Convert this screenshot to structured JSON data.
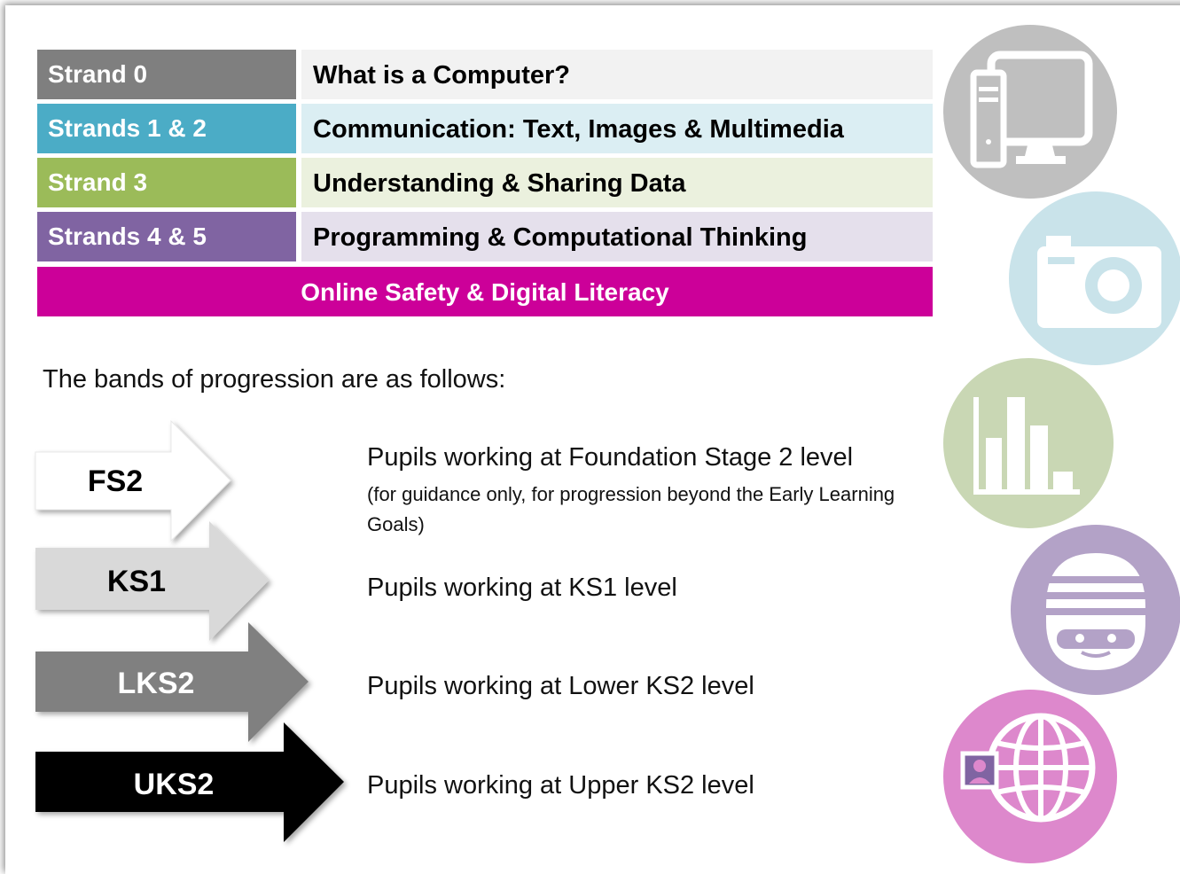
{
  "strands": [
    {
      "strand": "Strand 0",
      "title": "What is a Computer?",
      "strand_color": "#7f7f7f",
      "title_bg": "#f2f2f2"
    },
    {
      "strand": "Strands 1 & 2",
      "title": "Communication: Text, Images & Multimedia",
      "strand_color": "#4bacc6",
      "title_bg": "#dbeef3"
    },
    {
      "strand": "Strand 3",
      "title": "Understanding & Sharing Data",
      "strand_color": "#9bbb59",
      "title_bg": "#ebf1de"
    },
    {
      "strand": "Strands 4 & 5",
      "title": "Programming & Computational Thinking",
      "strand_color": "#8064a2",
      "title_bg": "#e5e0ec"
    }
  ],
  "safety_bar": "Online Safety & Digital Literacy",
  "intro_text": "The bands of progression are as follows:",
  "bands": [
    {
      "label": "FS2",
      "description": "Pupils working at Foundation Stage 2 level",
      "note": "(for guidance only, for progression beyond the Early Learning Goals)",
      "fill": "#ffffff",
      "text_color": "#000000"
    },
    {
      "label": "KS1",
      "description": "Pupils working at KS1 level",
      "fill": "#d9d9d9",
      "text_color": "#000000"
    },
    {
      "label": "LKS2",
      "description": "Pupils working at Lower KS2 level",
      "fill": "#808080",
      "text_color": "#ffffff"
    },
    {
      "label": "UKS2",
      "description": "Pupils working at Upper KS2 level",
      "fill": "#000000",
      "text_color": "#ffffff"
    }
  ],
  "icons": [
    {
      "name": "computer-icon",
      "color": "#bfbfbf"
    },
    {
      "name": "camera-icon",
      "color": "#c9e3ea"
    },
    {
      "name": "bar-chart-icon",
      "color": "#c9d7b4"
    },
    {
      "name": "hacker-icon",
      "color": "#b3a2c7"
    },
    {
      "name": "globe-icon",
      "color": "#dd88cc"
    }
  ]
}
